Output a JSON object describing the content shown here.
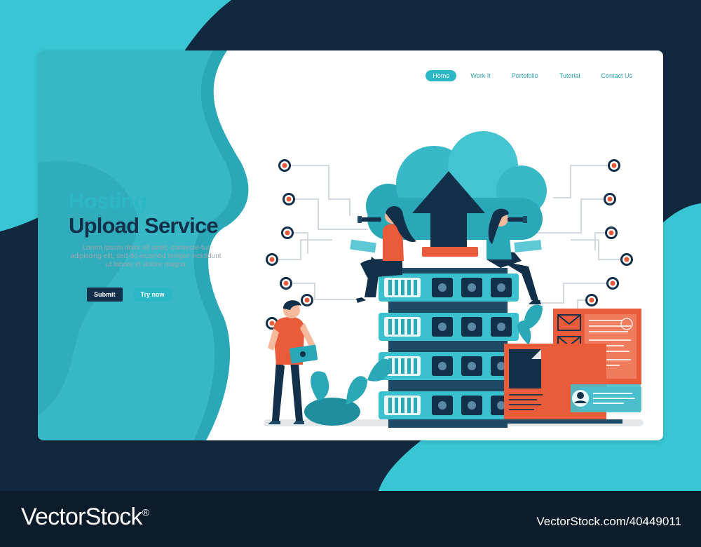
{
  "nav": {
    "items": [
      "Home",
      "Work It",
      "Portofolio",
      "Tutorial",
      "Contact Us"
    ],
    "active": "Home"
  },
  "hero": {
    "title_line1": "Hosting",
    "title_line2": "Upload Service",
    "description": "Lorem ipsum dolor sit amet, consecte-tur adipiscing elit, sed do eiusmod tempor incididunt ut labore et dolore magna",
    "submit_label": "Submit",
    "try_label": "Try now"
  },
  "watermark": {
    "brand": "VectorStock",
    "registered": "®",
    "domain_id": "VectorStock.com/40449011"
  },
  "colors": {
    "accent": "#2cb7c6",
    "dark": "#12304a",
    "navy": "#12283f",
    "orange": "#ea5b3a"
  }
}
